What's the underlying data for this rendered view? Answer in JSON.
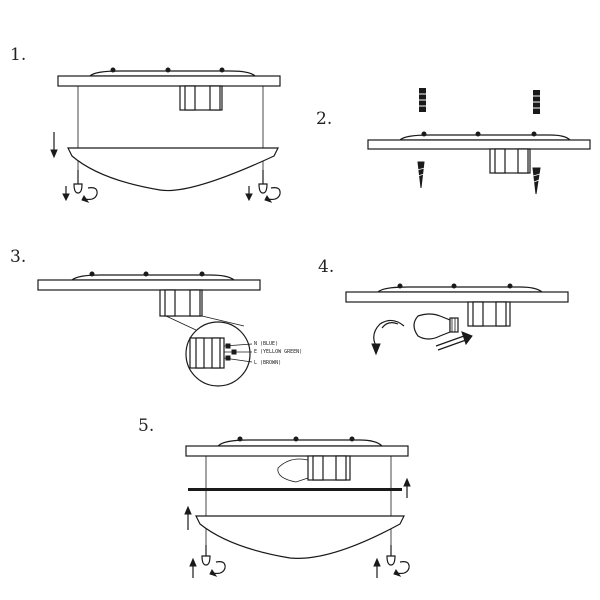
{
  "steps": [
    {
      "label": "1."
    },
    {
      "label": "2."
    },
    {
      "label": "3."
    },
    {
      "label": "4."
    },
    {
      "label": "5."
    }
  ],
  "wires": [
    {
      "text": "N (BLUE)"
    },
    {
      "text": "E (YELLOW GREEN)"
    },
    {
      "text": "L (BROWN)"
    }
  ],
  "colors": {
    "line": "#1a1a1a",
    "background": "#ffffff"
  }
}
